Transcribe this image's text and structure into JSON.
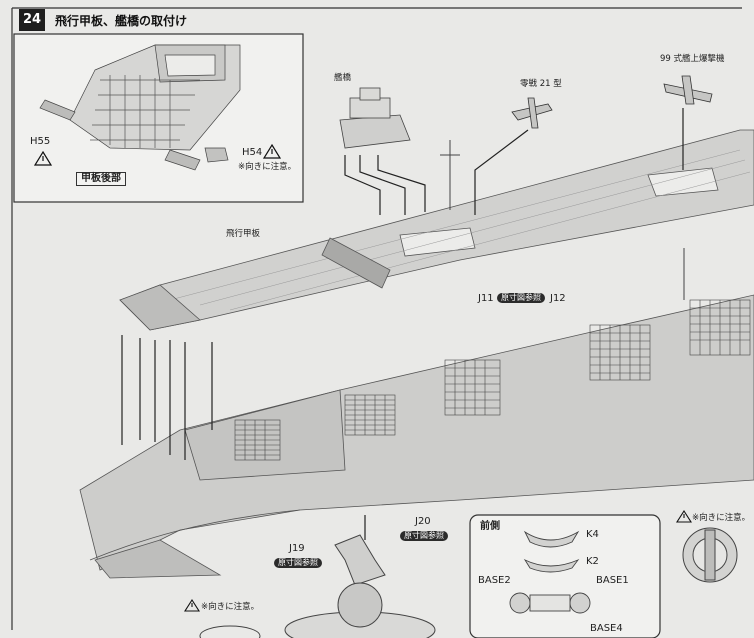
{
  "step": {
    "number": "24",
    "title": "飛行甲板、艦橋の取付け"
  },
  "inset": {
    "caption": "甲板後部",
    "parts": [
      "H55",
      "H54"
    ],
    "note": "※向きに注意。"
  },
  "callouts": {
    "bridge": "艦橋",
    "zero": "零戦 21 型",
    "bomber": "99 式艦上爆撃機",
    "flight_deck": "飛行甲板"
  },
  "parts": {
    "j11": "J11",
    "j11_tag": "原寸図参照",
    "j12": "J12",
    "j19": "J19",
    "j19_tag": "原寸図参照",
    "j20": "J20",
    "j20_tag": "原寸図参照"
  },
  "detail": {
    "title": "前側",
    "k4": "K4",
    "k2": "K2",
    "base2": "BASE2",
    "base1": "BASE1",
    "base4": "BASE4"
  },
  "notes": {
    "right": "※向きに注意。",
    "bottom": "※向きに注意。"
  }
}
